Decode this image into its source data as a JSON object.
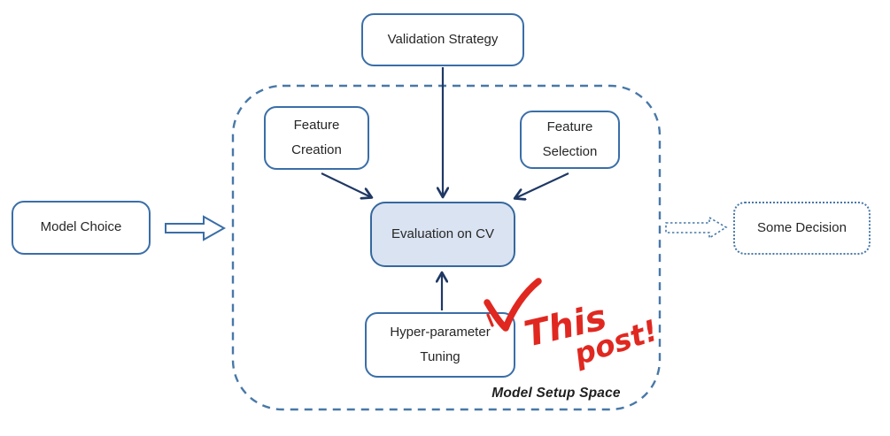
{
  "diagram": {
    "nodes": {
      "validation_strategy": {
        "label": "Validation Strategy"
      },
      "feature_creation": {
        "label": "Feature Creation"
      },
      "feature_selection": {
        "label": "Feature Selection"
      },
      "evaluation_on_cv": {
        "label": "Evaluation on CV"
      },
      "hyperparameter_tuning": {
        "label": "Hyper-parameter Tuning"
      },
      "model_choice": {
        "label": "Model Choice"
      },
      "some_decision": {
        "label": "Some Decision"
      }
    },
    "container": {
      "label": "Model Setup Space"
    },
    "edges": [
      {
        "from": "validation_strategy",
        "to": "evaluation_on_cv",
        "style": "solid-arrow"
      },
      {
        "from": "feature_creation",
        "to": "evaluation_on_cv",
        "style": "solid-arrow"
      },
      {
        "from": "feature_selection",
        "to": "evaluation_on_cv",
        "style": "solid-arrow"
      },
      {
        "from": "hyperparameter_tuning",
        "to": "evaluation_on_cv",
        "style": "solid-arrow"
      },
      {
        "from": "model_choice",
        "to": "model_setup_space",
        "style": "solid-block-arrow"
      },
      {
        "from": "model_setup_space",
        "to": "some_decision",
        "style": "dotted-block-arrow"
      }
    ],
    "annotation": {
      "word1": "This",
      "word2": "post!",
      "mark": "checkmark",
      "color": "#e02820"
    },
    "colors": {
      "box_border": "#3a6ea8",
      "dashed_container": "#4878a8",
      "arrow": "#1f3864",
      "evaluation_fill": "#dae3f1",
      "text": "#262626",
      "annotation_red": "#e02820"
    }
  }
}
